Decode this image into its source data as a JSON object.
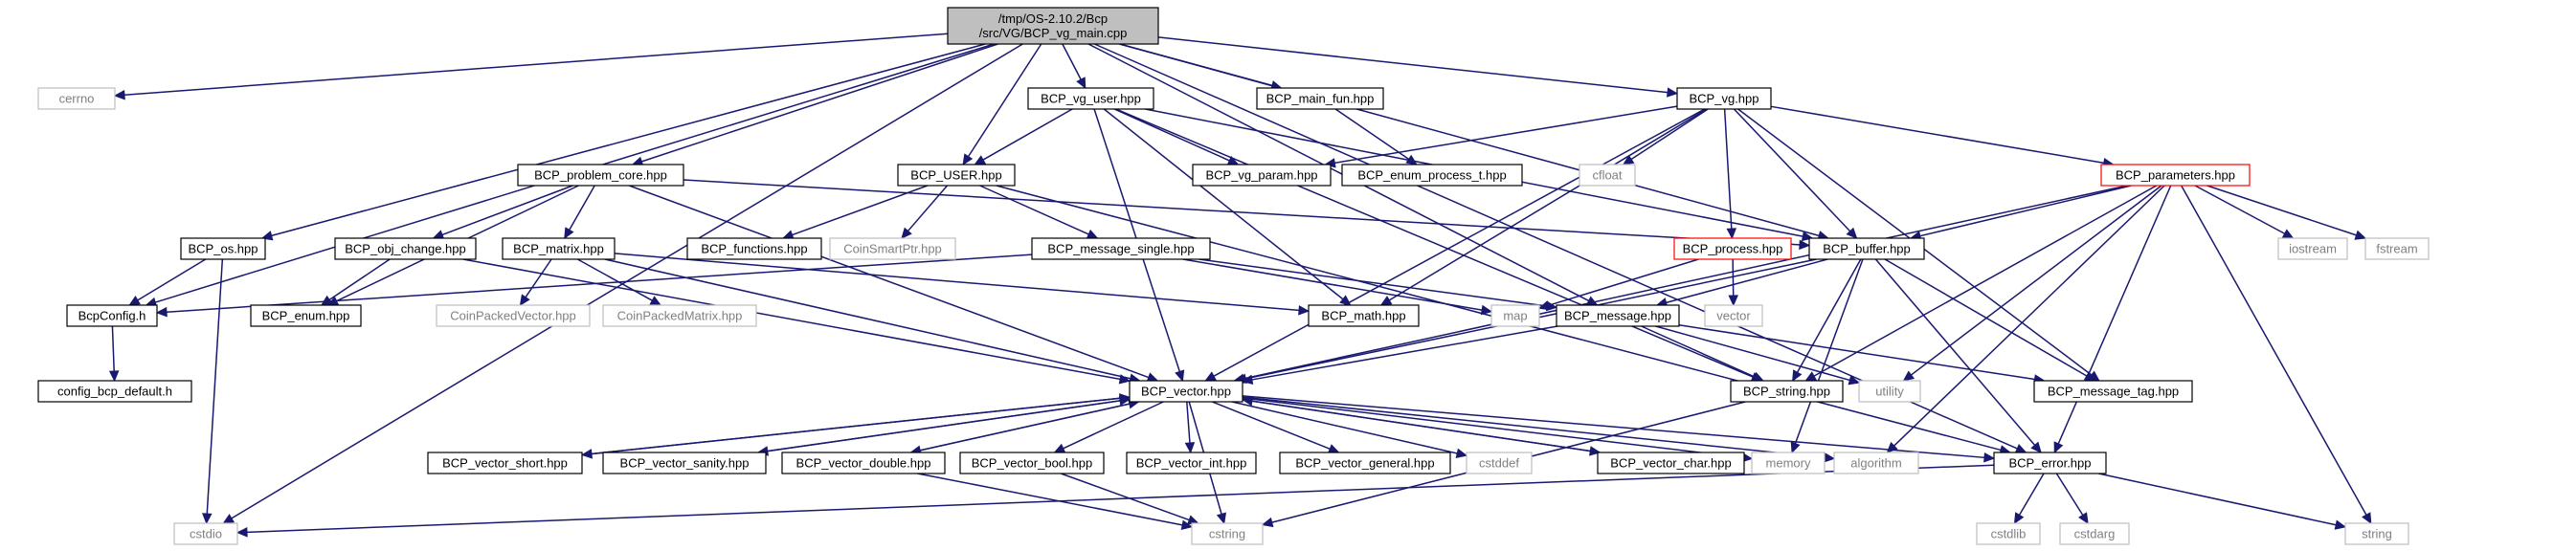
{
  "colors": {
    "edge": "#191970",
    "box_border_default": "#000000",
    "box_border_system": "#bfbfbf",
    "box_border_truncated": "#ff0000",
    "root_fill": "#bfbfbf",
    "text_default": "#000000",
    "text_system": "#808080"
  },
  "nodes": [
    {
      "id": "root",
      "lines": [
        "/tmp/OS-2.10.2/Bcp",
        "/src/VG/BCP_vg_main.cpp"
      ],
      "style": "root"
    },
    {
      "id": "cerrno",
      "lines": [
        "cerrno"
      ],
      "style": "system"
    },
    {
      "id": "bcp_os",
      "lines": [
        "BCP_os.hpp"
      ],
      "style": "normal"
    },
    {
      "id": "bcpconfig",
      "lines": [
        "BcpConfig.h"
      ],
      "style": "normal"
    },
    {
      "id": "config_bcp_default",
      "lines": [
        "config_bcp_default.h"
      ],
      "style": "normal"
    },
    {
      "id": "cstdio",
      "lines": [
        "cstdio"
      ],
      "style": "system"
    },
    {
      "id": "bcp_problem_core",
      "lines": [
        "BCP_problem_core.hpp"
      ],
      "style": "normal"
    },
    {
      "id": "bcp_obj_change",
      "lines": [
        "BCP_obj_change.hpp"
      ],
      "style": "normal"
    },
    {
      "id": "bcp_enum",
      "lines": [
        "BCP_enum.hpp"
      ],
      "style": "normal"
    },
    {
      "id": "bcp_matrix",
      "lines": [
        "BCP_matrix.hpp"
      ],
      "style": "normal"
    },
    {
      "id": "coinpackedvector",
      "lines": [
        "CoinPackedVector.hpp"
      ],
      "style": "system"
    },
    {
      "id": "coinpackedmatrix",
      "lines": [
        "CoinPackedMatrix.hpp"
      ],
      "style": "system"
    },
    {
      "id": "bcp_vg_user",
      "lines": [
        "BCP_vg_user.hpp"
      ],
      "style": "normal"
    },
    {
      "id": "bcp_user",
      "lines": [
        "BCP_USER.hpp"
      ],
      "style": "normal"
    },
    {
      "id": "bcp_functions",
      "lines": [
        "BCP_functions.hpp"
      ],
      "style": "normal"
    },
    {
      "id": "coinsmartptr",
      "lines": [
        "CoinSmartPtr.hpp"
      ],
      "style": "system"
    },
    {
      "id": "bcp_message_single",
      "lines": [
        "BCP_message_single.hpp"
      ],
      "style": "normal"
    },
    {
      "id": "bcp_vg_param",
      "lines": [
        "BCP_vg_param.hpp"
      ],
      "style": "normal"
    },
    {
      "id": "bcp_main_fun",
      "lines": [
        "BCP_main_fun.hpp"
      ],
      "style": "normal"
    },
    {
      "id": "bcp_enum_process_t",
      "lines": [
        "BCP_enum_process_t.hpp"
      ],
      "style": "normal"
    },
    {
      "id": "bcp_vg",
      "lines": [
        "BCP_vg.hpp"
      ],
      "style": "normal"
    },
    {
      "id": "cfloat",
      "lines": [
        "cfloat"
      ],
      "style": "system"
    },
    {
      "id": "bcp_parameters",
      "lines": [
        "BCP_parameters.hpp"
      ],
      "style": "truncated"
    },
    {
      "id": "bcp_process",
      "lines": [
        "BCP_process.hpp"
      ],
      "style": "truncated"
    },
    {
      "id": "bcp_buffer",
      "lines": [
        "BCP_buffer.hpp"
      ],
      "style": "normal"
    },
    {
      "id": "map",
      "lines": [
        "map"
      ],
      "style": "system"
    },
    {
      "id": "vector",
      "lines": [
        "vector"
      ],
      "style": "system"
    },
    {
      "id": "bcp_math",
      "lines": [
        "BCP_math.hpp"
      ],
      "style": "normal"
    },
    {
      "id": "bcp_message",
      "lines": [
        "BCP_message.hpp"
      ],
      "style": "normal"
    },
    {
      "id": "iostream",
      "lines": [
        "iostream"
      ],
      "style": "system"
    },
    {
      "id": "fstream",
      "lines": [
        "fstream"
      ],
      "style": "system"
    },
    {
      "id": "bcp_vector",
      "lines": [
        "BCP_vector.hpp"
      ],
      "style": "normal"
    },
    {
      "id": "bcp_string",
      "lines": [
        "BCP_string.hpp"
      ],
      "style": "normal"
    },
    {
      "id": "utility",
      "lines": [
        "utility"
      ],
      "style": "system"
    },
    {
      "id": "bcp_message_tag",
      "lines": [
        "BCP_message_tag.hpp"
      ],
      "style": "normal"
    },
    {
      "id": "bcp_vector_short",
      "lines": [
        "BCP_vector_short.hpp"
      ],
      "style": "normal"
    },
    {
      "id": "bcp_vector_sanity",
      "lines": [
        "BCP_vector_sanity.hpp"
      ],
      "style": "normal"
    },
    {
      "id": "bcp_vector_double",
      "lines": [
        "BCP_vector_double.hpp"
      ],
      "style": "normal"
    },
    {
      "id": "bcp_vector_bool",
      "lines": [
        "BCP_vector_bool.hpp"
      ],
      "style": "normal"
    },
    {
      "id": "bcp_vector_int",
      "lines": [
        "BCP_vector_int.hpp"
      ],
      "style": "normal"
    },
    {
      "id": "bcp_vector_general",
      "lines": [
        "BCP_vector_general.hpp"
      ],
      "style": "normal"
    },
    {
      "id": "cstddef",
      "lines": [
        "cstddef"
      ],
      "style": "system"
    },
    {
      "id": "bcp_vector_char",
      "lines": [
        "BCP_vector_char.hpp"
      ],
      "style": "normal"
    },
    {
      "id": "memory",
      "lines": [
        "memory"
      ],
      "style": "system"
    },
    {
      "id": "algorithm",
      "lines": [
        "algorithm"
      ],
      "style": "system"
    },
    {
      "id": "bcp_error",
      "lines": [
        "BCP_error.hpp"
      ],
      "style": "normal"
    },
    {
      "id": "cstring",
      "lines": [
        "cstring"
      ],
      "style": "system"
    },
    {
      "id": "cstdlib",
      "lines": [
        "cstdlib"
      ],
      "style": "system"
    },
    {
      "id": "cstdarg",
      "lines": [
        "cstdarg"
      ],
      "style": "system"
    },
    {
      "id": "string",
      "lines": [
        "string"
      ],
      "style": "system"
    }
  ],
  "edges": [
    [
      "root",
      "cerrno"
    ],
    [
      "root",
      "bcp_os"
    ],
    [
      "root",
      "bcpconfig"
    ],
    [
      "root",
      "cstdio"
    ],
    [
      "root",
      "bcp_problem_core"
    ],
    [
      "root",
      "bcp_vg_user"
    ],
    [
      "root",
      "bcp_user"
    ],
    [
      "root",
      "bcp_main_fun"
    ],
    [
      "root",
      "bcp_vg"
    ],
    [
      "root",
      "bcp_buffer"
    ],
    [
      "root",
      "bcp_message"
    ],
    [
      "root",
      "bcp_error"
    ],
    [
      "bcp_os",
      "bcpconfig"
    ],
    [
      "bcp_os",
      "cstdio"
    ],
    [
      "bcpconfig",
      "config_bcp_default"
    ],
    [
      "bcp_problem_core",
      "bcp_obj_change"
    ],
    [
      "bcp_problem_core",
      "bcp_enum"
    ],
    [
      "bcp_problem_core",
      "bcp_matrix"
    ],
    [
      "bcp_problem_core",
      "bcp_vector"
    ],
    [
      "bcp_problem_core",
      "bcp_buffer"
    ],
    [
      "bcp_obj_change",
      "bcp_enum"
    ],
    [
      "bcp_obj_change",
      "bcp_vector"
    ],
    [
      "bcp_matrix",
      "coinpackedvector"
    ],
    [
      "bcp_matrix",
      "coinpackedmatrix"
    ],
    [
      "bcp_matrix",
      "bcp_vector"
    ],
    [
      "bcp_matrix",
      "bcp_math"
    ],
    [
      "bcp_vg_user",
      "bcp_vg_param"
    ],
    [
      "bcp_vg_user",
      "bcp_user"
    ],
    [
      "bcp_vg_user",
      "bcp_math"
    ],
    [
      "bcp_vg_user",
      "bcp_vector"
    ],
    [
      "bcp_vg_user",
      "bcp_string"
    ],
    [
      "bcp_vg_user",
      "bcp_buffer"
    ],
    [
      "bcp_user",
      "bcp_functions"
    ],
    [
      "bcp_user",
      "coinsmartptr"
    ],
    [
      "bcp_user",
      "bcp_message_single"
    ],
    [
      "bcp_user",
      "bcp_error"
    ],
    [
      "bcp_message_single",
      "bcpconfig"
    ],
    [
      "bcp_message_single",
      "map"
    ],
    [
      "bcp_message_single",
      "bcp_message"
    ],
    [
      "bcp_main_fun",
      "bcp_enum_process_t"
    ],
    [
      "bcp_vg",
      "bcp_vg_param"
    ],
    [
      "bcp_vg",
      "cfloat"
    ],
    [
      "bcp_vg",
      "bcp_parameters"
    ],
    [
      "bcp_vg",
      "bcp_process"
    ],
    [
      "bcp_vg",
      "bcp_buffer"
    ],
    [
      "bcp_vg",
      "bcp_math"
    ],
    [
      "bcp_vg",
      "bcp_vector"
    ],
    [
      "bcp_vg",
      "bcp_message_tag"
    ],
    [
      "bcp_parameters",
      "bcp_buffer"
    ],
    [
      "bcp_parameters",
      "iostream"
    ],
    [
      "bcp_parameters",
      "fstream"
    ],
    [
      "bcp_parameters",
      "bcp_vector"
    ],
    [
      "bcp_parameters",
      "bcp_string"
    ],
    [
      "bcp_parameters",
      "utility"
    ],
    [
      "bcp_parameters",
      "algorithm"
    ],
    [
      "bcp_parameters",
      "string"
    ],
    [
      "bcp_parameters",
      "bcp_error"
    ],
    [
      "bcp_process",
      "map"
    ],
    [
      "bcp_process",
      "vector"
    ],
    [
      "bcp_buffer",
      "bcp_message"
    ],
    [
      "bcp_buffer",
      "bcp_vector"
    ],
    [
      "bcp_buffer",
      "bcp_string"
    ],
    [
      "bcp_buffer",
      "bcp_message_tag"
    ],
    [
      "bcp_buffer",
      "bcp_error"
    ],
    [
      "bcp_buffer",
      "memory"
    ],
    [
      "bcp_message",
      "bcp_vector"
    ],
    [
      "bcp_message",
      "bcp_string"
    ],
    [
      "bcp_message",
      "bcp_message_tag"
    ],
    [
      "bcp_message",
      "utility"
    ],
    [
      "bcp_vector",
      "bcp_vector_short"
    ],
    [
      "bcp_vector",
      "bcp_vector_sanity"
    ],
    [
      "bcp_vector",
      "bcp_vector_double"
    ],
    [
      "bcp_vector",
      "bcp_vector_bool"
    ],
    [
      "bcp_vector",
      "bcp_vector_int"
    ],
    [
      "bcp_vector",
      "bcp_vector_general"
    ],
    [
      "bcp_vector",
      "cstddef"
    ],
    [
      "bcp_vector",
      "bcp_vector_char"
    ],
    [
      "bcp_vector",
      "memory"
    ],
    [
      "bcp_vector",
      "algorithm"
    ],
    [
      "bcp_vector",
      "bcp_error"
    ],
    [
      "bcp_vector",
      "cstring"
    ],
    [
      "bcp_vector_short",
      "bcp_vector"
    ],
    [
      "bcp_vector_sanity",
      "bcp_vector"
    ],
    [
      "bcp_vector_double",
      "bcp_vector"
    ],
    [
      "bcp_vector_double",
      "cstring"
    ],
    [
      "bcp_vector_bool",
      "cstring"
    ],
    [
      "bcp_vector_char",
      "bcp_vector"
    ],
    [
      "bcp_string",
      "cstring"
    ],
    [
      "bcp_error",
      "cstdio"
    ],
    [
      "bcp_error",
      "cstdlib"
    ],
    [
      "bcp_error",
      "cstdarg"
    ],
    [
      "bcp_error",
      "string"
    ]
  ]
}
